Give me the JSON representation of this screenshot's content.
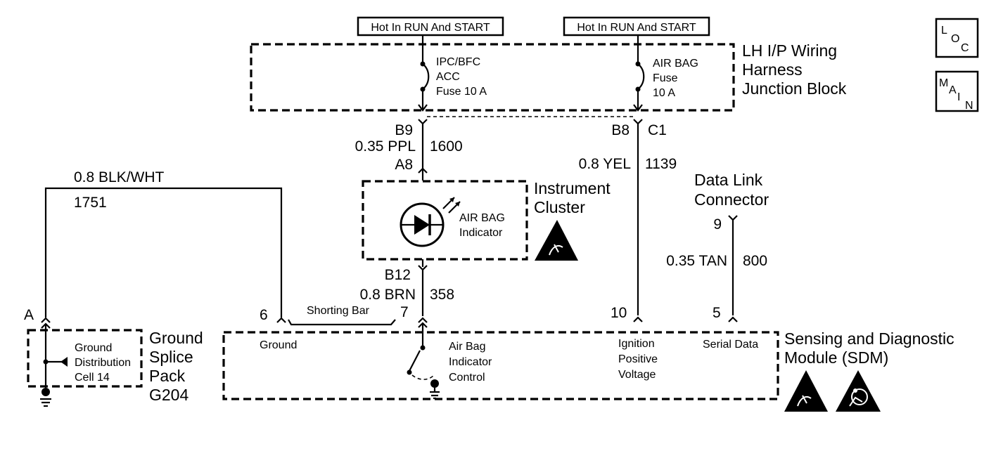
{
  "top_labels": {
    "hot_left": "Hot In RUN And START",
    "hot_right": "Hot In RUN And START"
  },
  "junction_block": {
    "title_line1": "LH I/P Wiring",
    "title_line2": "Harness",
    "title_line3": "Junction Block",
    "fuse_left_line1": "IPC/BFC",
    "fuse_left_line2": "ACC",
    "fuse_left_line3": "Fuse 10 A",
    "fuse_right_line1": "AIR BAG",
    "fuse_right_line2": "Fuse",
    "fuse_right_line3": "10 A"
  },
  "nav_icons": {
    "loc_l": "L",
    "loc_o": "O",
    "loc_c": "C",
    "main_m": "M",
    "main_a": "A",
    "main_i": "I",
    "main_n": "N"
  },
  "wires": {
    "left_pin_top": "B9",
    "left_wire": "0.35 PPL",
    "left_circuit": "1600",
    "left_pin_bottom": "A8",
    "right_pin_b8": "B8",
    "right_pin_c1": "C1",
    "right_wire": "0.8 YEL",
    "right_circuit": "1139",
    "ground_wire": "0.8 BLK/WHT",
    "ground_circuit": "1751",
    "brn_pin": "B12",
    "brn_wire": "0.8 BRN",
    "brn_circuit": "358",
    "tan_pin_top": "9",
    "tan_wire": "0.35 TAN",
    "tan_circuit": "800"
  },
  "instrument_cluster": {
    "title_line1": "Instrument",
    "title_line2": "Cluster",
    "indicator_line1": "AIR BAG",
    "indicator_line2": "Indicator"
  },
  "data_link": {
    "title_line1": "Data Link",
    "title_line2": "Connector"
  },
  "ground_splice": {
    "pin": "A",
    "inner_line1": "Ground",
    "inner_line2": "Distribution",
    "inner_line3": "Cell 14",
    "title_line1": "Ground",
    "title_line2": "Splice",
    "title_line3": "Pack",
    "title_line4": "G204"
  },
  "sdm": {
    "title_line1": "Sensing and Diagnostic",
    "title_line2": "Module (SDM)",
    "pin_ground": "6",
    "shorting_bar": "Shorting Bar",
    "pin_control": "7",
    "pin_ignition": "10",
    "pin_serial": "5",
    "label_ground": "Ground",
    "control_line1": "Air Bag",
    "control_line2": "Indicator",
    "control_line3": "Control",
    "ign_line1": "Ignition",
    "ign_line2": "Positive",
    "ign_line3": "Voltage",
    "label_serial": "Serial Data"
  }
}
